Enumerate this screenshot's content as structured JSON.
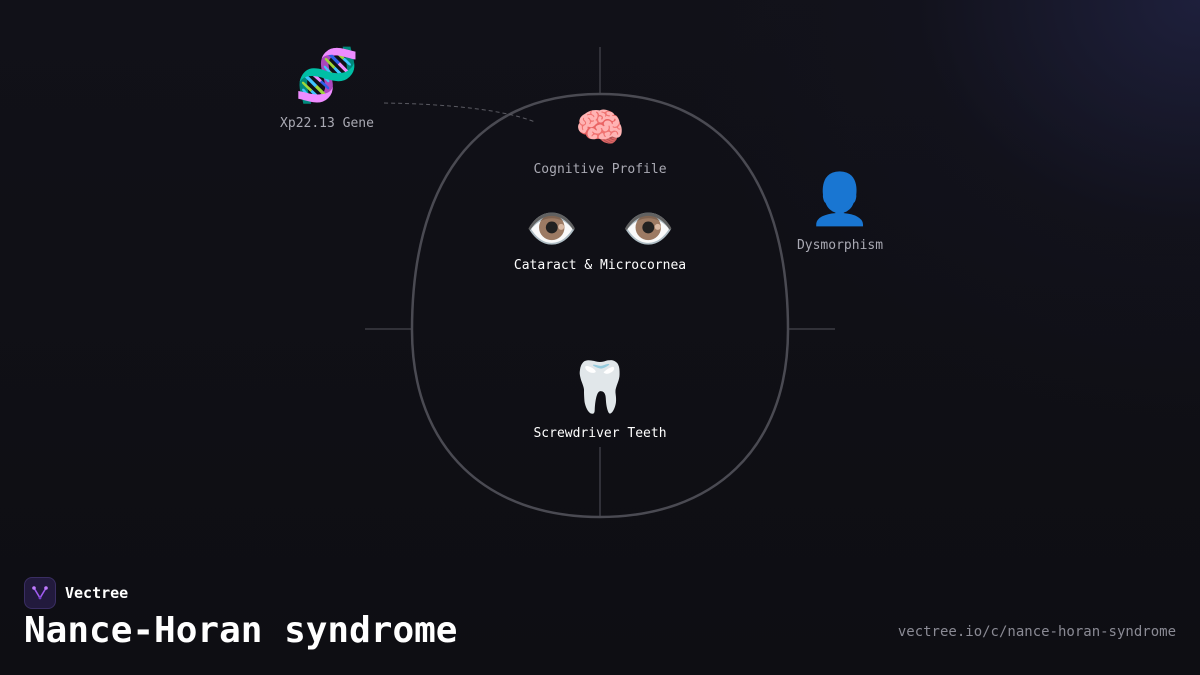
{
  "brand": {
    "name": "Vectree",
    "accent": "#a05cf0"
  },
  "title": "Nance-Horan syndrome",
  "url": "vectree.io/c/nance-horan-syndrome",
  "nodes": {
    "gene": {
      "icon": "dna-icon",
      "emoji": "🧬",
      "label": "Xp22.13 Gene"
    },
    "brain": {
      "icon": "brain-icon",
      "emoji": "🧠",
      "label": "Cognitive Profile"
    },
    "eyes": {
      "icon": "eye-icon",
      "emoji": "👁️",
      "label": "Cataract & Microcornea"
    },
    "tooth": {
      "icon": "tooth-icon",
      "emoji": "🦷",
      "label": "Screwdriver Teeth"
    },
    "face": {
      "icon": "person-silhouette-icon",
      "emoji": "👤",
      "label": "Dysmorphism"
    }
  },
  "colors": {
    "background": "#0f0f14",
    "outline": "#4a4a52",
    "label_dim": "#a9a9b3",
    "label_bright": "#ffffff",
    "url": "#8a8a94"
  }
}
